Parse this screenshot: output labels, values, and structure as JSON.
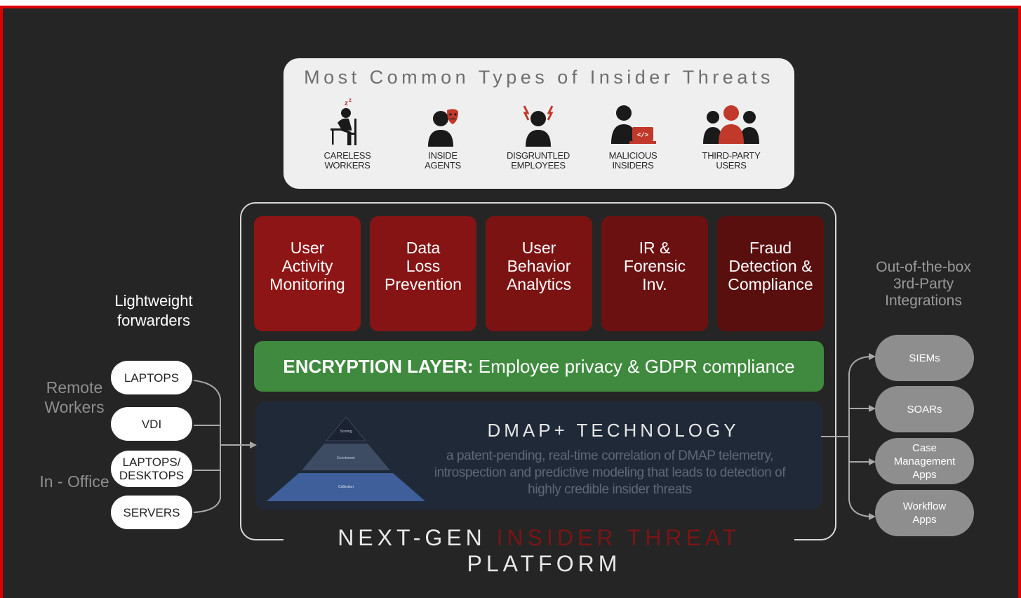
{
  "threats": {
    "title": "Most Common Types of Insider Threats",
    "items": [
      {
        "label": "CARELESS\nWORKERS",
        "icon": "sleeping-worker-icon"
      },
      {
        "label": "INSIDE\nAGENTS",
        "icon": "masked-agent-icon"
      },
      {
        "label": "DISGRUNTLED\nEMPLOYEES",
        "icon": "angry-employee-icon"
      },
      {
        "label": "MALICIOUS\nINSIDERS",
        "icon": "hacker-laptop-icon"
      },
      {
        "label": "THIRD-PARTY\nUSERS",
        "icon": "user-group-icon"
      }
    ]
  },
  "modules": [
    {
      "label": "User\nActivity\nMonitoring",
      "color": "#8e1515"
    },
    {
      "label": "Data\nLoss\nPrevention",
      "color": "#861414"
    },
    {
      "label": "User\nBehavior\nAnalytics",
      "color": "#7c1313"
    },
    {
      "label": "IR &\nForensic\nInv.",
      "color": "#6c1111"
    },
    {
      "label": "Fraud\nDetection &\nCompliance",
      "color": "#5a0f0f"
    }
  ],
  "encryption": {
    "bold": "ENCRYPTION LAYER:",
    "text": " Employee privacy & GDPR compliance",
    "color": "#3f8a3e"
  },
  "dmap": {
    "title": "DMAP+ TECHNOLOGY",
    "description": "a patent-pending, real-time correlation of DMAP telemetry, introspection and predictive modeling that leads to detection of highly credible insider threats",
    "pyramid": [
      "Scoring",
      "Enrichment",
      "Collection"
    ]
  },
  "platform": {
    "title_start": "NEXT-GEN ",
    "title_highlight": "INSIDER THREAT",
    "title_end": " PLATFORM"
  },
  "forwarders": {
    "title": "Lightweight\nforwarders",
    "groups": [
      "Remote\nWorkers",
      "In -\nOffice"
    ],
    "items": [
      "LAPTOPS",
      "VDI",
      "LAPTOPS/\nDESKTOPS",
      "SERVERS"
    ]
  },
  "integrations": {
    "title": "Out-of-the-box\n3rd-Party\nIntegrations",
    "items": [
      "SIEMs",
      "SOARs",
      "Case\nManagement\nApps",
      "Workflow\nApps"
    ]
  }
}
